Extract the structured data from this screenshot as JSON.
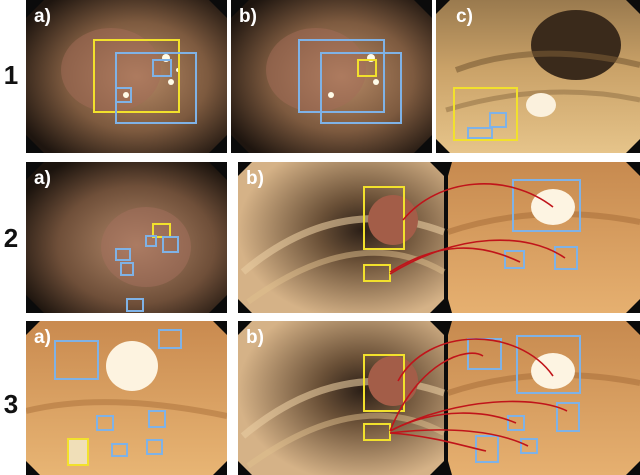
{
  "rows": [
    {
      "label": "1",
      "panels": [
        "a)",
        "b)",
        "c)"
      ]
    },
    {
      "label": "2",
      "panels": [
        "a)",
        "b)"
      ]
    },
    {
      "label": "3",
      "panels": [
        "a)",
        "b)"
      ]
    }
  ],
  "colors": {
    "background": "#ffffff",
    "panel_background": "#0b0b0b",
    "detection_box_yellow": "#f2e12c",
    "detection_box_blue": "#7fb2e6",
    "arrow_red": "#c0141a",
    "label_text": "#ffffff",
    "row_label_text": "#111111"
  }
}
